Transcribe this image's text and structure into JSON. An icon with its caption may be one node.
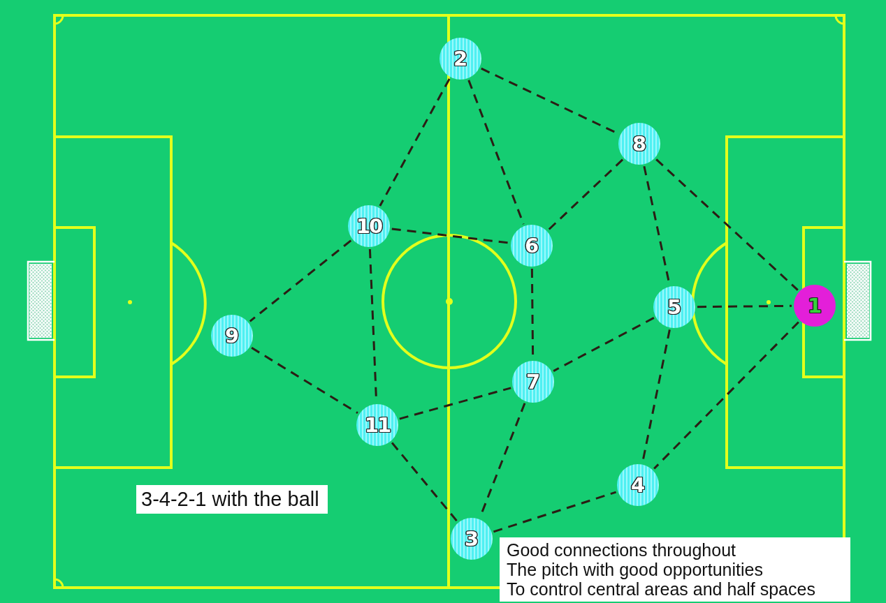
{
  "diagram": {
    "nodes": [
      {
        "text": [
          "1"
        ]
      },
      {
        "text": [
          "2"
        ]
      },
      {
        "text": [
          "3"
        ]
      },
      {
        "text": [
          "4"
        ]
      },
      {
        "text": [
          "5"
        ]
      },
      {
        "text": [
          "6"
        ]
      },
      {
        "text": [
          "7"
        ]
      },
      {
        "text": [
          "8"
        ]
      },
      {
        "text": [
          "9"
        ]
      },
      {
        "text": [
          "10"
        ]
      },
      {
        "text": [
          "11"
        ]
      }
    ],
    "edges": [
      {
        "from": 1,
        "to": 9,
        "arrow": "none",
        "style": "dashed"
      },
      {
        "from": 1,
        "to": 7,
        "arrow": "none",
        "style": "dashed"
      },
      {
        "from": 1,
        "to": 5,
        "arrow": "none",
        "style": "dashed"
      },
      {
        "from": 7,
        "to": 5,
        "arrow": "none",
        "style": "dashed"
      },
      {
        "from": 7,
        "to": 4,
        "arrow": "none",
        "style": "dashed"
      },
      {
        "from": 7,
        "to": 0,
        "arrow": "none",
        "style": "dashed"
      },
      {
        "from": 9,
        "to": 5,
        "arrow": "none",
        "style": "dashed"
      },
      {
        "from": 9,
        "to": 8,
        "arrow": "none",
        "style": "dashed"
      },
      {
        "from": 9,
        "to": 10,
        "arrow": "none",
        "style": "dashed"
      },
      {
        "from": 5,
        "to": 6,
        "arrow": "none",
        "style": "dashed"
      },
      {
        "from": 4,
        "to": 0,
        "arrow": "none",
        "style": "dashed"
      },
      {
        "from": 4,
        "to": 6,
        "arrow": "none",
        "style": "dashed"
      },
      {
        "from": 4,
        "to": 3,
        "arrow": "none",
        "style": "dashed"
      },
      {
        "from": 0,
        "to": 3,
        "arrow": "none",
        "style": "dashed"
      },
      {
        "from": 8,
        "to": 10,
        "arrow": "none",
        "style": "dashed"
      },
      {
        "from": 10,
        "to": 6,
        "arrow": "none",
        "style": "dashed"
      },
      {
        "from": 10,
        "to": 2,
        "arrow": "none",
        "style": "dashed"
      },
      {
        "from": 6,
        "to": 2,
        "arrow": "none",
        "style": "dashed"
      },
      {
        "from": 2,
        "to": 3,
        "arrow": "none",
        "style": "dashed"
      }
    ],
    "labels": [
      "3-4-2-1 with the ball",
      "Good connections throughout",
      "The pitch with good opportunities",
      "To control central areas and half spaces"
    ]
  }
}
